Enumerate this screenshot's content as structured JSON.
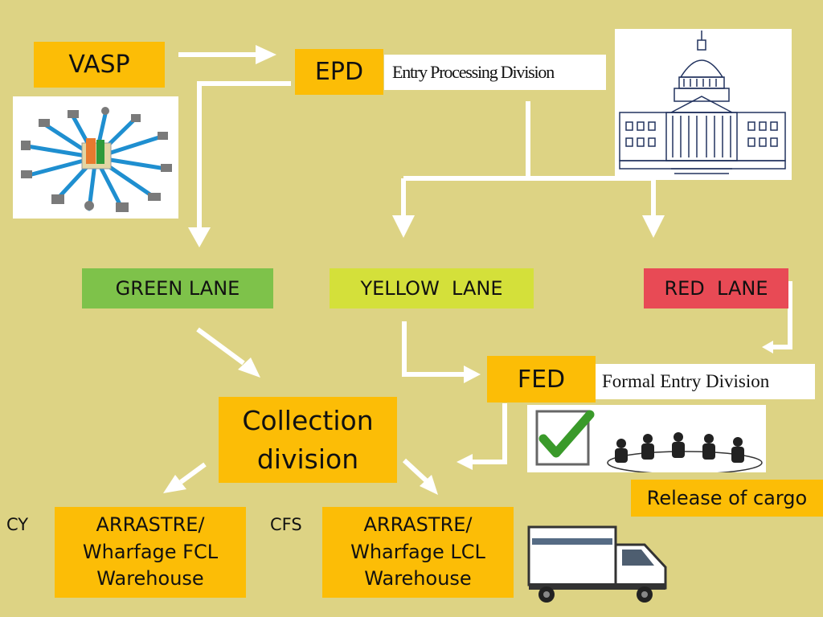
{
  "nodes": {
    "vasp": "VASP",
    "epd": "EPD",
    "epd_full": "Entry Processing Division",
    "green_lane": "GREEN LANE",
    "yellow_lane": "YELLOW  LANE",
    "red_lane": "RED  LANE",
    "fed": "FED",
    "fed_full": "Formal Entry Division",
    "collection_line1": "Collection",
    "collection_line2": "division",
    "release": "Release of cargo",
    "cy_label": "CY",
    "cfs_label": "CFS",
    "fcl_line1": "ARRASTRE/",
    "fcl_line2": "Wharfage FCL",
    "fcl_line3": "Warehouse",
    "lcl_line1": "ARRASTRE/",
    "lcl_line2": "Wharfage LCL",
    "lcl_line3": "Warehouse"
  },
  "colors": {
    "background": "#ddd384",
    "orange": "#fcbd06",
    "green": "#7ec24a",
    "yellow": "#d4e03a",
    "red": "#e84a55",
    "arrow": "#ffffff"
  },
  "icons": {
    "network": "computer-network-icon",
    "capitol": "capitol-building-icon",
    "checkmark": "green-checkmark-icon",
    "meeting": "business-meeting-icon",
    "truck": "delivery-truck-icon"
  }
}
